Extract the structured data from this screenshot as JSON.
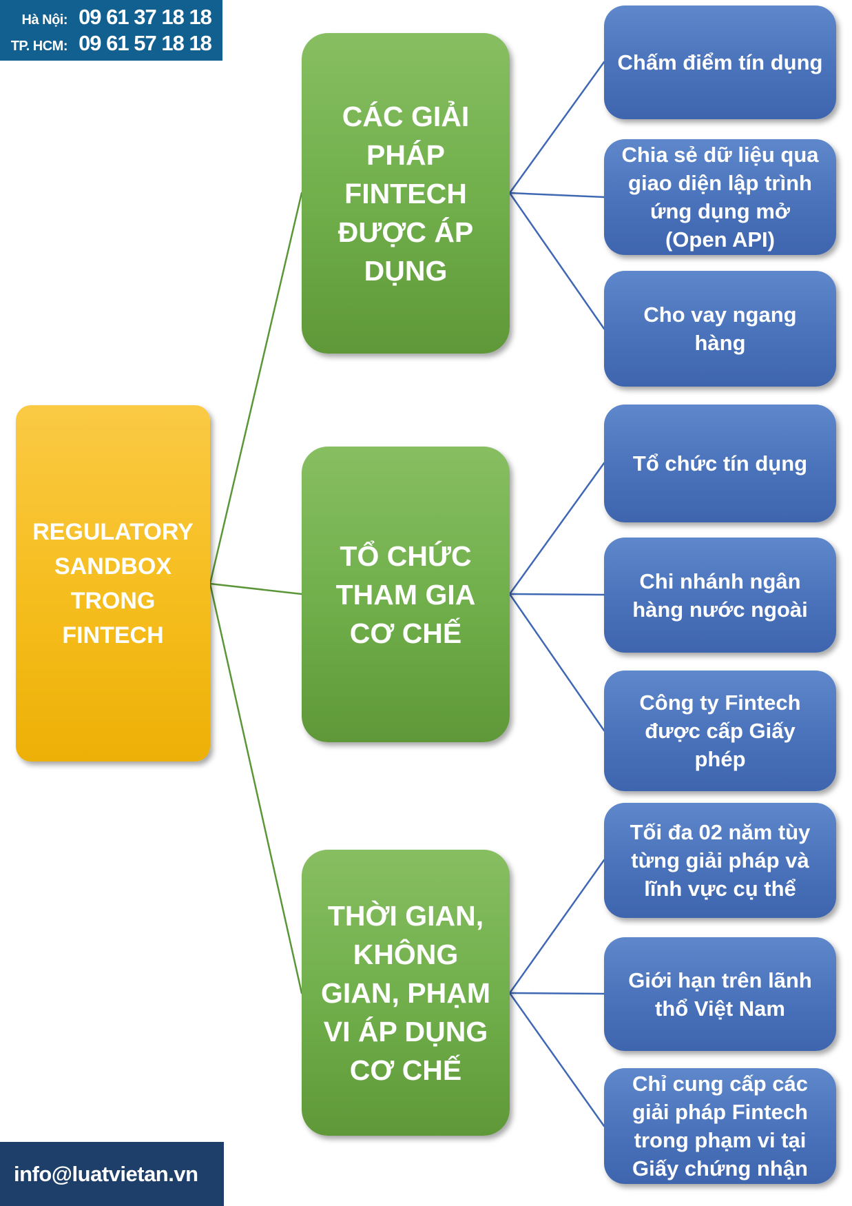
{
  "contact": {
    "hanoi_label": "Hà Nội:",
    "hanoi_phone": "09 61 37 18 18",
    "hcm_label": "TP. HCM:",
    "hcm_phone": "09 61 57 18 18",
    "email": "info@luatvietan.vn"
  },
  "root": {
    "label": "REGULATORY SANDBOX TRONG FINTECH"
  },
  "branches": [
    {
      "label": "CÁC GIẢI PHÁP FINTECH ĐƯỢC ÁP DỤNG",
      "children": [
        "Chấm điểm tín dụng",
        "Chia sẻ dữ liệu qua giao diện lập trình ứng dụng mở (Open API)",
        "Cho vay ngang hàng"
      ]
    },
    {
      "label": "TỔ CHỨC THAM GIA CƠ CHẾ",
      "children": [
        "Tổ chức tín dụng",
        "Chi nhánh ngân hàng nước ngoài",
        "Công ty Fintech được cấp Giấy phép"
      ]
    },
    {
      "label": "THỜI GIAN, KHÔNG GIAN, PHẠM VI ÁP DỤNG CƠ CHẾ",
      "children": [
        "Tối đa 02 năm tùy từng giải pháp và lĩnh vực cụ thể",
        "Giới hạn trên lãnh thổ Việt Nam",
        "Chỉ cung cấp các giải pháp Fintech trong phạm vi tại Giấy chứng nhận"
      ]
    }
  ],
  "colors": {
    "root_fill_top": "#fbca45",
    "root_fill_bottom": "#edb007",
    "branch_fill_top": "#87be61",
    "branch_fill_bottom": "#5f9838",
    "leaf_fill_top": "#5f87cb",
    "leaf_fill_bottom": "#3e65ae",
    "branch_connector": "#5a9637",
    "leaf_connector": "#3e68b4",
    "contact_bar": "#12608f",
    "email_bar": "#1e3f6a"
  }
}
